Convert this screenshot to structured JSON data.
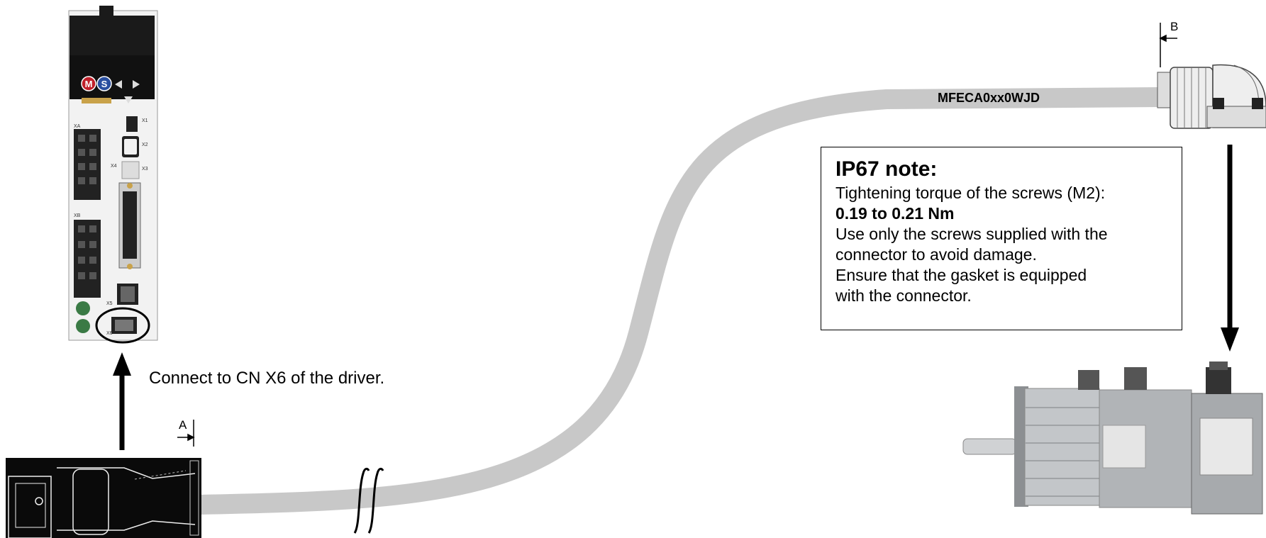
{
  "connect_text": "Connect to CN X6 of the driver.",
  "label_a": "A",
  "label_b": "B",
  "cable_label": "MFECA0xx0WJD",
  "driver_panel": {
    "mode_button": "M",
    "set_button": "S",
    "port_labels": [
      "X1",
      "X2",
      "X3",
      "X4",
      "XA",
      "XB",
      "X5",
      "X6"
    ]
  },
  "ip67_note": {
    "title": "IP67 note:",
    "line1": "Tightening torque of the screws (M2):",
    "line2": "0.19 to 0.21 Nm",
    "line3": "Use only the screws supplied with the",
    "line4": "connector to avoid damage.",
    "line5": "Ensure that the gasket is equipped",
    "line6": "with the connector."
  },
  "colors": {
    "cable": "#c8c8c8",
    "connector_body": "#0a0a0a",
    "driver_body": "#f2f2f2",
    "motor_body": "#b9bcbf",
    "mode_button": "#c0202a",
    "set_button": "#2a4fa0"
  }
}
